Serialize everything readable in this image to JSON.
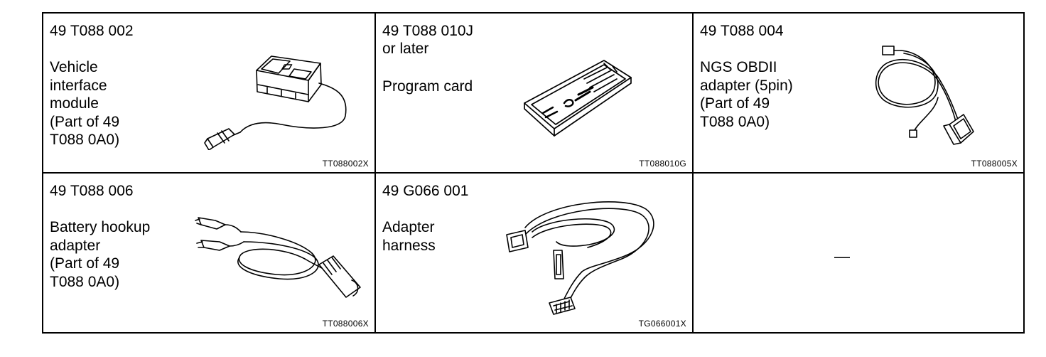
{
  "tools": [
    {
      "part_number": "49 T088 002",
      "description": "Vehicle\ninterface\nmodule\n(Part of 49\nT088 0A0)",
      "figure_code": "TT088002X",
      "illustration": "vehicle-interface-module"
    },
    {
      "part_number": "49 T088 010J\nor later",
      "description": "Program card",
      "figure_code": "TT088010G",
      "illustration": "program-card"
    },
    {
      "part_number": "49 T088 004",
      "description": "NGS OBDII\nadapter (5pin)\n(Part of 49\nT088 0A0)",
      "figure_code": "TT088005X",
      "illustration": "obdii-adapter-cable"
    },
    {
      "part_number": "49 T088 006",
      "description": "Battery hookup\nadapter\n(Part of 49\nT088 0A0)",
      "figure_code": "TT088006X",
      "illustration": "battery-hookup-cable"
    },
    {
      "part_number": "49 G066 001",
      "description": "Adapter\nharness",
      "figure_code": "TG066001X",
      "illustration": "adapter-harness"
    },
    {
      "empty_mark": "—"
    }
  ]
}
